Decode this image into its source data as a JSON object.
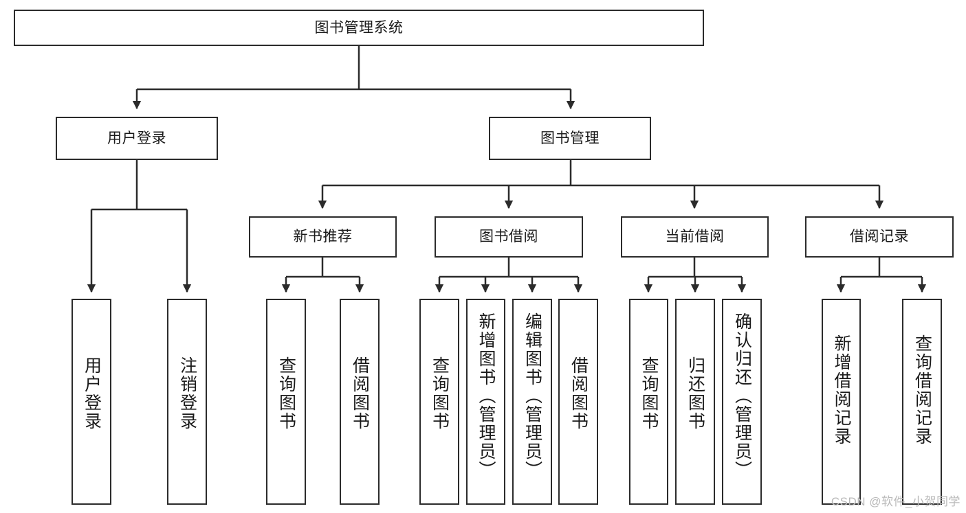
{
  "diagram": {
    "type": "tree",
    "title": "图书管理系统",
    "orientation": "top-down",
    "style": {
      "border_color": "#2b2b2b",
      "fill_color": "#ffffff",
      "text_color": "#1a1a1a",
      "line_color": "#2b2b2b"
    },
    "root": {
      "id": "root",
      "label": "图书管理系统",
      "text_direction": "horizontal"
    },
    "level2": [
      {
        "id": "user-login",
        "label": "用户登录",
        "text_direction": "horizontal"
      },
      {
        "id": "book-manage",
        "label": "图书管理",
        "text_direction": "horizontal"
      }
    ],
    "level3": [
      {
        "id": "new-book-rec",
        "label": "新书推荐",
        "text_direction": "horizontal",
        "parent": "book-manage"
      },
      {
        "id": "book-borrow",
        "label": "图书借阅",
        "text_direction": "horizontal",
        "parent": "book-manage"
      },
      {
        "id": "current-borrow",
        "label": "当前借阅",
        "text_direction": "horizontal",
        "parent": "book-manage"
      },
      {
        "id": "borrow-record",
        "label": "借阅记录",
        "text_direction": "horizontal",
        "parent": "book-manage"
      }
    ],
    "leaves": [
      {
        "id": "leaf-user-login",
        "label": "用户登录",
        "parent": "user-login",
        "text_direction": "vertical"
      },
      {
        "id": "leaf-logout",
        "label": "注销登录",
        "parent": "user-login",
        "text_direction": "vertical"
      },
      {
        "id": "leaf-query-book-1",
        "label": "查询图书",
        "parent": "new-book-rec",
        "text_direction": "vertical"
      },
      {
        "id": "leaf-borrow-book-1",
        "label": "借阅图书",
        "parent": "new-book-rec",
        "text_direction": "vertical"
      },
      {
        "id": "leaf-query-book-2",
        "label": "查询图书",
        "parent": "book-borrow",
        "text_direction": "vertical"
      },
      {
        "id": "leaf-add-book",
        "label": "新增图书（管理员）",
        "parent": "book-borrow",
        "text_direction": "vertical"
      },
      {
        "id": "leaf-edit-book",
        "label": "编辑图书（管理员）",
        "parent": "book-borrow",
        "text_direction": "vertical"
      },
      {
        "id": "leaf-borrow-book-2",
        "label": "借阅图书",
        "parent": "book-borrow",
        "text_direction": "vertical"
      },
      {
        "id": "leaf-query-book-3",
        "label": "查询图书",
        "parent": "current-borrow",
        "text_direction": "vertical"
      },
      {
        "id": "leaf-return-book",
        "label": "归还图书",
        "parent": "current-borrow",
        "text_direction": "vertical"
      },
      {
        "id": "leaf-confirm-return",
        "label": "确认归还（管理员）",
        "parent": "current-borrow",
        "text_direction": "vertical"
      },
      {
        "id": "leaf-add-record",
        "label": "新增借阅记录",
        "parent": "borrow-record",
        "text_direction": "vertical"
      },
      {
        "id": "leaf-query-record",
        "label": "查询借阅记录",
        "parent": "borrow-record",
        "text_direction": "vertical"
      }
    ]
  },
  "watermark": {
    "text": "CSDN @软件_小贺同学"
  }
}
